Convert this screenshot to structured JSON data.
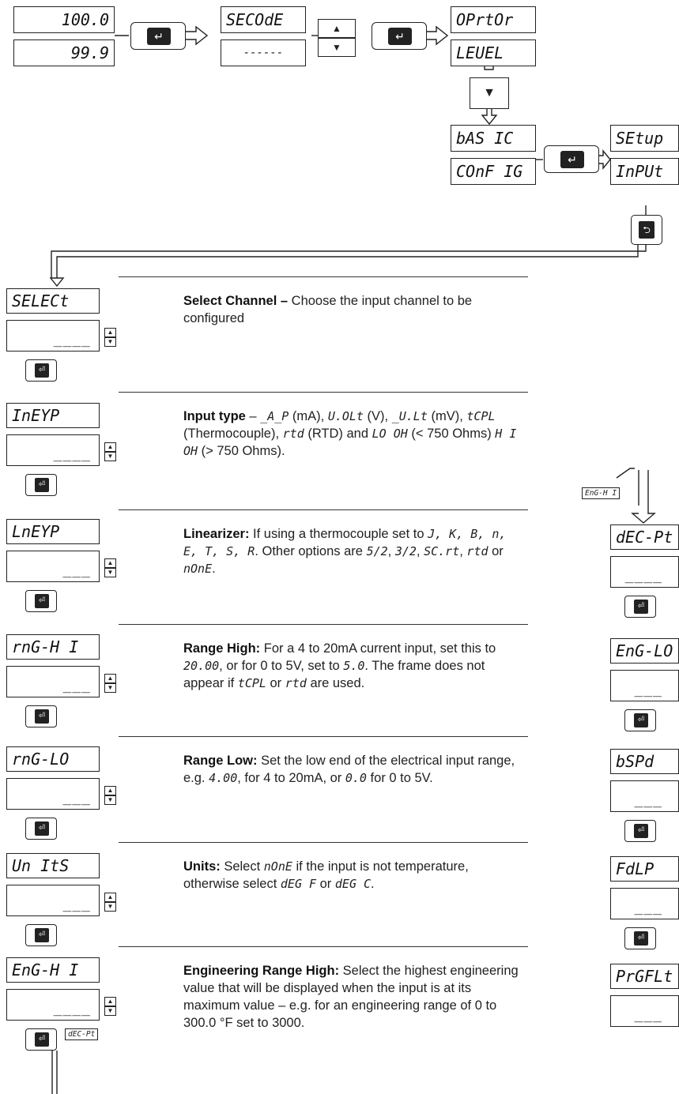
{
  "top": {
    "disp1_top": "100.0",
    "disp1_bottom": "99.9",
    "disp2_top": "SECOdE",
    "disp2_bottom": "------",
    "disp3_top": "OPrtOr",
    "disp3_bottom": "LEUEL",
    "disp4_top": "bAS IC",
    "disp4_bottom": "COnF IG",
    "disp5_top": "SEtup",
    "disp5_bottom": "InPUt"
  },
  "frames": [
    {
      "code": "SELECt",
      "dashes": "____",
      "title": "Select Channel –",
      "text": " Choose the input channel to be configured"
    },
    {
      "code": "InEYP",
      "dashes": "____",
      "title": "Input type",
      "text": ""
    },
    {
      "code": "LnEYP",
      "dashes": "___",
      "title": "Linearizer:",
      "text": ""
    },
    {
      "code": "rnG-H I",
      "dashes": "___",
      "title": "Range High:",
      "text": ""
    },
    {
      "code": "rnG-LO",
      "dashes": "___",
      "title": "Range Low:",
      "text": ""
    },
    {
      "code": "Un ItS",
      "dashes": "___",
      "title": "Units:",
      "text": ""
    },
    {
      "code": "EnG-H I",
      "dashes": "____",
      "title": "Engineering Range High:",
      "text": " Select the highest engineering value that will be displayed when the input is at its maximum value – e.g. for an engineering range of 0 to 300.0 °F set to 3000."
    }
  ],
  "input_type": {
    "mA": "_A_P",
    "mA_unit": " (mA), ",
    "V": "U.OLt",
    "V_unit": " (V), ",
    "mV": "_U.Lt",
    "mV_unit": " (mV),",
    "tc": "tCPL",
    "tc_unit": " (Thermocouple), ",
    "rtd": "rtd",
    "rtd_unit": " (RTD) and ",
    "lo": "LO OH",
    "lo_unit": "(< 750 Ohms) ",
    "hi": "H I OH",
    "hi_unit": " (> 750 Ohms)."
  },
  "linearizer": {
    "a": " If using a thermocouple set to ",
    "types": "J, K, B, n, E, T, S, R",
    "b": ". Other options are ",
    "o1": "5/2",
    "o2": "3/2",
    "o3": "SC.rt",
    "o4": "rtd",
    "o5": "nOnE",
    "sep": ", ",
    "or": " or ",
    "end": "."
  },
  "range_high": {
    "a": " For a 4 to 20mA current input, set this to ",
    "v1": "20.00",
    "b": ", or for 0 to 5V, set to ",
    "v2": "5.0",
    "c": ". The frame does not appear if ",
    "c1": "tCPL",
    "d": " or ",
    "c2": "rtd",
    "e": " are used."
  },
  "range_low": {
    "a": " Set the low end of the electrical input range, e.g. ",
    "v1": "4.00",
    "b": ", for 4 to 20mA, or ",
    "v2": "0.0",
    "c": " for 0 to 5V."
  },
  "units": {
    "a": " Select ",
    "v1": "nOnE",
    "b": " if the input is not temperature, otherwise select ",
    "v2": "dEG F",
    "c": " or ",
    "v3": "dEG C",
    "d": "."
  },
  "link_bottom": "dEC-Pt",
  "link_right": "EnG-H I",
  "right_column": [
    {
      "code": "dEC-Pt",
      "dashes": "____"
    },
    {
      "code": "EnG-LO",
      "dashes": "___"
    },
    {
      "code": "bSPd",
      "dashes": "___"
    },
    {
      "code": "FdLP",
      "dashes": "___"
    },
    {
      "code": "PrGFLt",
      "dashes": "___"
    }
  ]
}
